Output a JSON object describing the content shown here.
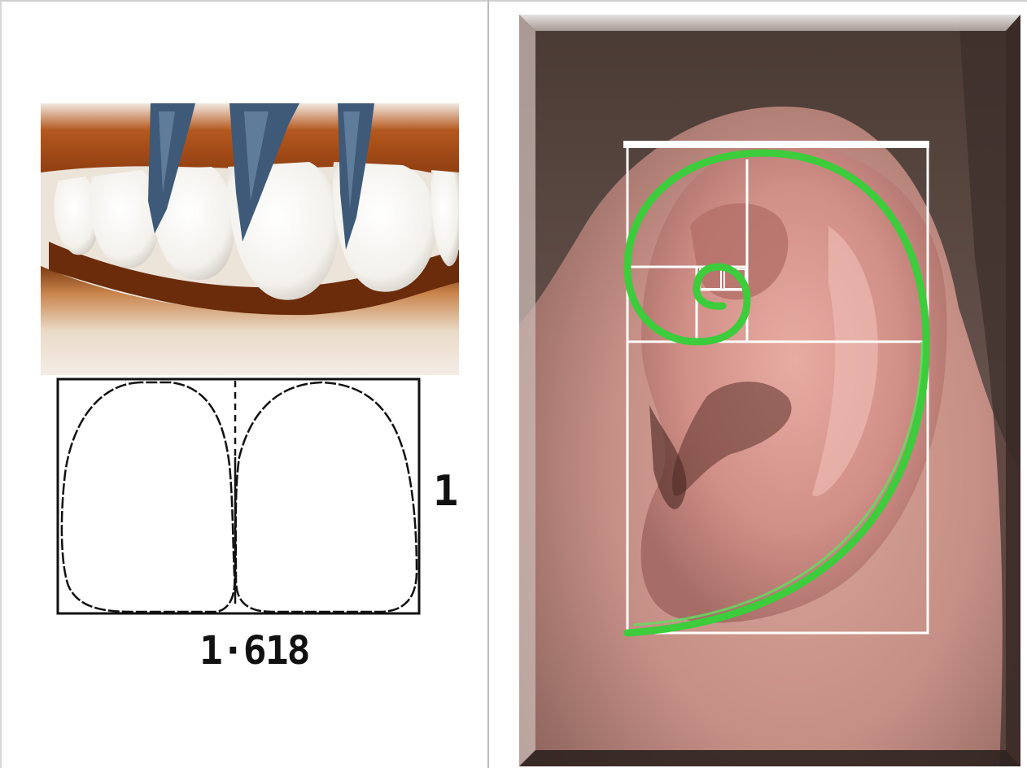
{
  "left_panel": {
    "teeth_photo": {
      "description_icon": "teeth-photo"
    },
    "diagram": {
      "ratio_height_label": "1",
      "ratio_width_label": "1·618"
    }
  },
  "right_panel": {
    "ear_photo": {
      "description_icon": "ear-photo"
    },
    "overlay_colors": {
      "spiral": "#3ccc3c",
      "rectangles": "#ffffff"
    }
  }
}
